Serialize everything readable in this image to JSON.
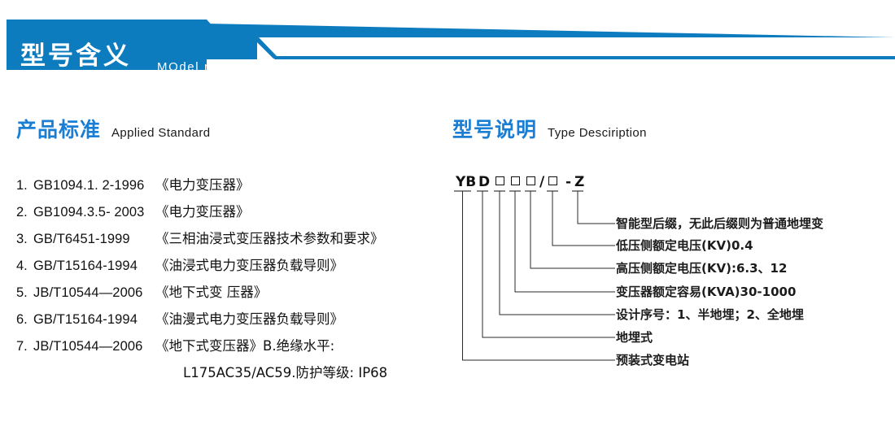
{
  "banner": {
    "title_cn": "型号含义",
    "title_en": "MOdel maning",
    "color": "#0d7cbf"
  },
  "sections": {
    "left": {
      "title_cn": "产品标准",
      "title_en": "Applied Standard",
      "accent": "#1a7fd4"
    },
    "right": {
      "title_cn": "型号说明",
      "title_en": "Type Desciription",
      "accent": "#1a7fd4"
    }
  },
  "standards": [
    {
      "num": "1.",
      "code": "GB1094.1. 2-1996",
      "name": "《电力变压器》"
    },
    {
      "num": "2.",
      "code": "GB1094.3.5- 2003",
      "name": "《电力变压器》"
    },
    {
      "num": "3.",
      "code": "GB/T6451-1999",
      "name": "《三相油浸式变压器技术参数和要求》"
    },
    {
      "num": "4.",
      "code": "GB/T15164-1994",
      "name": "《油浸式电力变压器负载导则》"
    },
    {
      "num": "5.",
      "code": "JB/T10544—2006",
      "name": "《地下式变 压器》"
    },
    {
      "num": "6.",
      "code": "GB/T15164-1994",
      "name": "《油漫式电力变压器负载导则》"
    },
    {
      "num": "7.",
      "code": "JB/T10544—2006",
      "name": "《地下式变压器》B.绝缘水平:"
    }
  ],
  "standards_continuation": "L175AC35/AC59.防护等级: IP68",
  "model_code": {
    "tokens": [
      "YB",
      "D",
      "□",
      "□",
      "□",
      "/",
      "□",
      "-",
      "Z"
    ],
    "display": "YB D □□□/□ -Z"
  },
  "model_labels": [
    "智能型后缀，无此后缀则为普通地埋变",
    "低压侧额定电压(KV)0.4",
    "高压侧额定电压(KV):6.3、12",
    "变压器额定容易(KVA)30-1000",
    "设计序号：1、半地埋；2、全地埋",
    "地埋式",
    "预装式变电站"
  ]
}
